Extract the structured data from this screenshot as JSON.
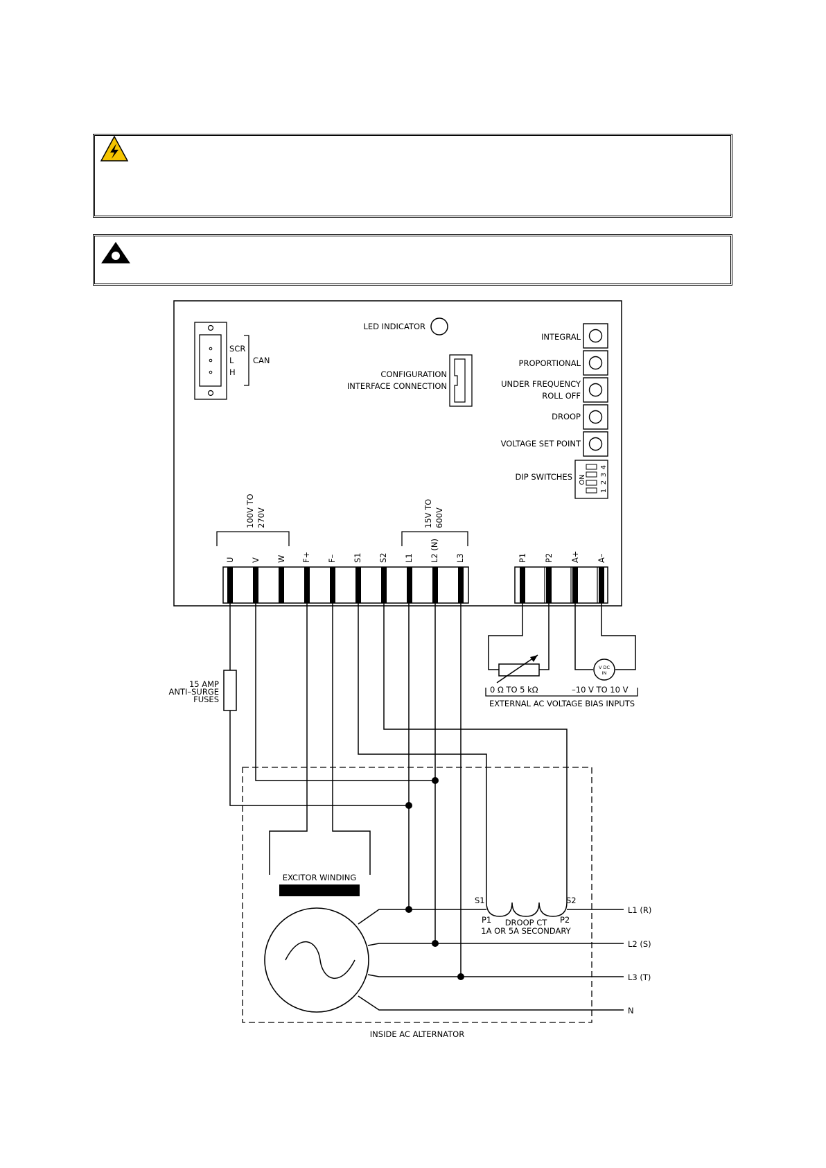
{
  "warning_box": {
    "icon": "high-voltage-warning-icon"
  },
  "caution_box": {
    "icon": "caution-triangle-icon"
  },
  "board": {
    "led_label": "LED INDICATOR",
    "can_connector": {
      "pins": [
        "SCR",
        "L",
        "H"
      ],
      "group_label": "CAN"
    },
    "config_label_1": "CONFIGURATION",
    "config_label_2": "INTERFACE CONNECTION",
    "pots": [
      {
        "label_1": "INTEGRAL",
        "label_2": ""
      },
      {
        "label_1": "PROPORTIONAL",
        "label_2": ""
      },
      {
        "label_1": "UNDER FREQUENCY",
        "label_2": "ROLL OFF"
      },
      {
        "label_1": "DROOP",
        "label_2": ""
      },
      {
        "label_1": "VOLTAGE SET POINT",
        "label_2": ""
      }
    ],
    "dip": {
      "label": "DIP SWITCHES",
      "on_label": "ON",
      "numbers": [
        "1",
        "2",
        "3",
        "4"
      ]
    },
    "supply_range_1": "100V TO",
    "supply_range_2": "270V",
    "sense_range_1": "15V TO",
    "sense_range_2": "600V",
    "main_terminals": [
      "U",
      "V",
      "W",
      "F+",
      "F–",
      "S1",
      "S2",
      "L1",
      "L2 (N)",
      "L3"
    ],
    "bias_terminals": [
      "P1",
      "P2",
      "A+",
      "A–"
    ]
  },
  "external": {
    "fuse_1": "15 AMP",
    "fuse_2": "ANTI–SURGE",
    "fuse_3": "FUSES",
    "pot_range": "0  Ω  TO  5  kΩ",
    "volt_range": "–10  V  TO  10  V",
    "meter_1": "V DC",
    "meter_2": "IN",
    "bias_title": "EXTERNAL AC VOLTAGE BIAS INPUTS"
  },
  "alternator": {
    "excitor_label": "EXCITOR  WINDING",
    "ct_s1": "S1",
    "ct_s2": "S2",
    "ct_p1": "P1",
    "ct_p2": "P2",
    "ct_name": "DROOP  CT",
    "ct_rating": "1A  OR  5A  SECONDARY",
    "lines": [
      "L1  (R)",
      "L2  (S)",
      "L3  (T)",
      "N"
    ],
    "footer": "INSIDE  AC  ALTERNATOR"
  }
}
